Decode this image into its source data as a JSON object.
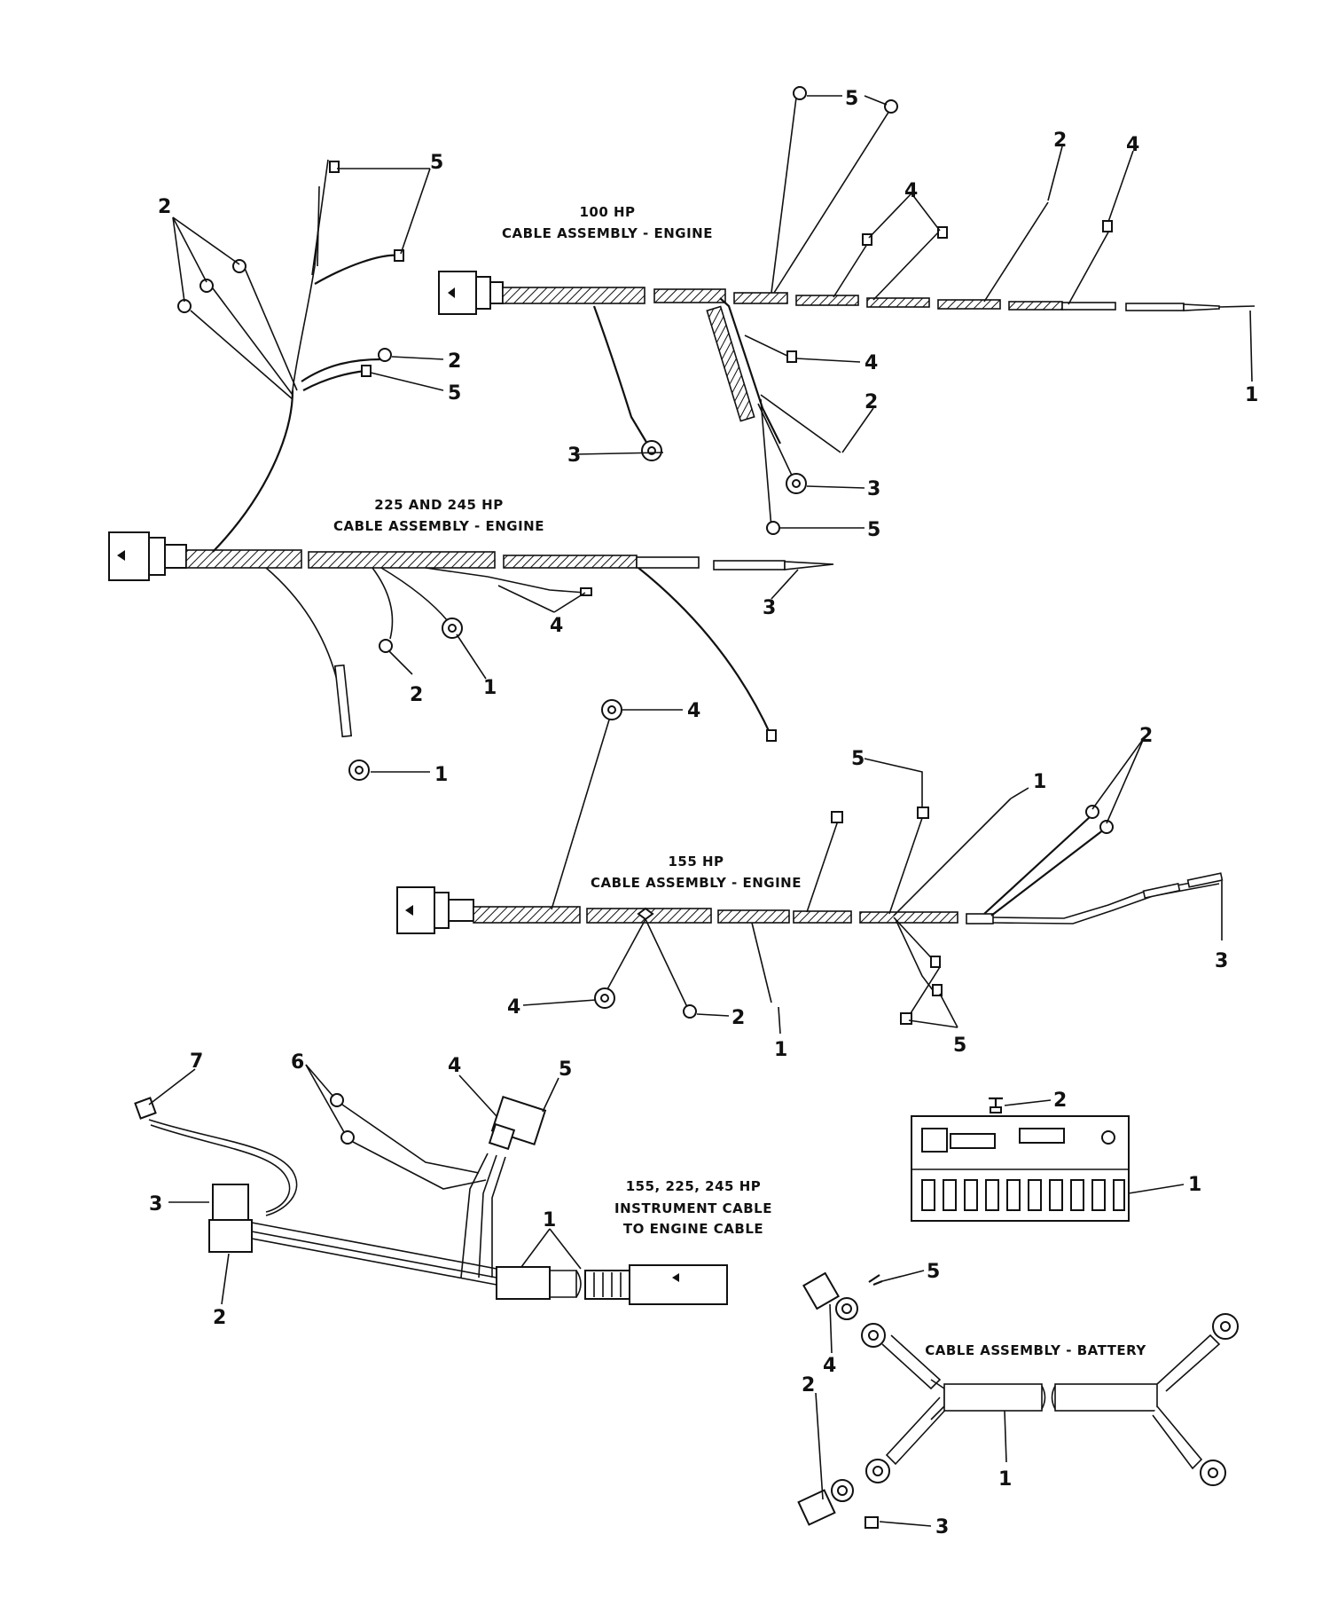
{
  "titles": {
    "hp100_line1": "100 HP",
    "hp100_line2": "CABLE ASSEMBLY - ENGINE",
    "hp225_line1": "225 AND 245 HP",
    "hp225_line2": "CABLE ASSEMBLY - ENGINE",
    "hp155_line1": "155 HP",
    "hp155_line2": "CABLE ASSEMBLY - ENGINE",
    "instr_line1": "155, 225, 245 HP",
    "instr_line2": "INSTRUMENT CABLE",
    "instr_line3": "TO ENGINE CABLE",
    "battery": "CABLE ASSEMBLY - BATTERY"
  },
  "callouts": {
    "hp100": [
      "5",
      "2",
      "4",
      "4",
      "4",
      "2",
      "3",
      "3",
      "5",
      "1"
    ],
    "hp225": [
      "2",
      "5",
      "2",
      "5",
      "4",
      "3",
      "2",
      "1",
      "1"
    ],
    "hp155": [
      "4",
      "5",
      "1",
      "2",
      "3",
      "4",
      "2",
      "1",
      "5"
    ],
    "instrument": [
      "7",
      "6",
      "4",
      "5",
      "3",
      "2",
      "1"
    ],
    "terminal_block": [
      "2",
      "1"
    ],
    "battery": [
      "5",
      "4",
      "1",
      "2",
      "3"
    ]
  },
  "colors": {
    "ink": "#111111",
    "paper": "#ffffff"
  }
}
